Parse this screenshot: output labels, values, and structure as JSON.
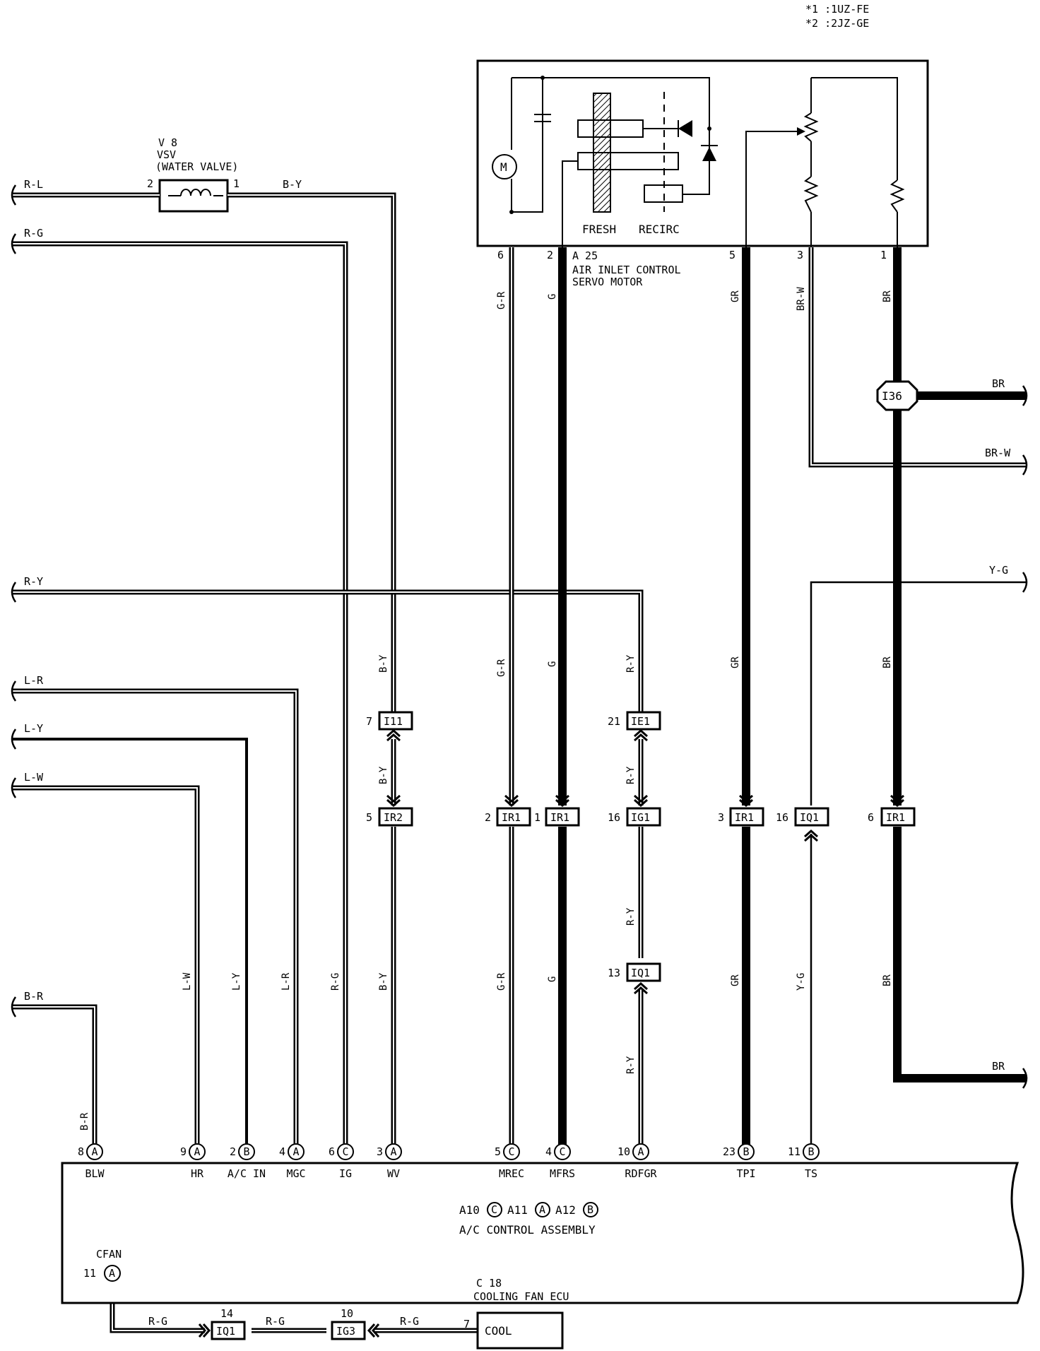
{
  "header": {
    "note1": "*1 :1UZ-FE",
    "note2": "*2 :2JZ-GE"
  },
  "vsv": {
    "ref": "V 8",
    "name": "VSV",
    "sub": "(WATER VALVE)",
    "pin_left": "2",
    "pin_right": "1"
  },
  "servo": {
    "ref": "A 25",
    "name_line1": "AIR INLET CONTROL",
    "name_line2": "SERVO MOTOR",
    "fresh": "FRESH",
    "recirc": "RECIRC",
    "motor": "M",
    "pins": [
      "6",
      "2",
      "5",
      "3",
      "1"
    ]
  },
  "left_wires": [
    "R-L",
    "R-G",
    "R-Y",
    "L-R",
    "L-Y",
    "L-W",
    "B-R"
  ],
  "right_wires": [
    "BR",
    "BR-W",
    "Y-G",
    "BR"
  ],
  "wire_colors": {
    "by": "B-Y",
    "gr_red": "G-R",
    "g": "G",
    "gr": "GR",
    "brw": "BR-W",
    "br": "BR",
    "ry": "R-Y",
    "yg": "Y-G",
    "lw": "L-W",
    "ly": "L-Y",
    "lr": "L-R",
    "rg": "R-G",
    "br2": "B-R"
  },
  "junction": {
    "i36": "I36"
  },
  "connectors": {
    "i11": {
      "pin": "7",
      "code": "I11"
    },
    "ie1": {
      "pin": "21",
      "code": "IE1"
    },
    "ir2": {
      "pin": "5",
      "code": "IR2"
    },
    "ir1a": {
      "pin": "2",
      "code": "IR1"
    },
    "ir1b": {
      "pin": "1",
      "code": "IR1"
    },
    "ig1": {
      "pin": "16",
      "code": "IG1"
    },
    "ir1c": {
      "pin": "3",
      "code": "IR1"
    },
    "iq1a": {
      "pin": "16",
      "code": "IQ1"
    },
    "ir1d": {
      "pin": "6",
      "code": "IR1"
    },
    "iq1b": {
      "pin": "13",
      "code": "IQ1"
    },
    "iq1c": {
      "pin": "14",
      "code": "IQ1"
    },
    "ig3": {
      "pin": "10",
      "code": "IG3"
    }
  },
  "ac": {
    "title": "A/C CONTROL ASSEMBLY",
    "refs": {
      "a10": "A10",
      "a11": "A11",
      "a12": "A12",
      "c": "C",
      "a": "A",
      "b": "B"
    },
    "terminals": [
      {
        "pin": "8",
        "conn": "A",
        "name": "BLW"
      },
      {
        "pin": "9",
        "conn": "A",
        "name": "HR"
      },
      {
        "pin": "2",
        "conn": "B",
        "name": "A/C IN"
      },
      {
        "pin": "4",
        "conn": "A",
        "name": "MGC"
      },
      {
        "pin": "6",
        "conn": "C",
        "name": "IG"
      },
      {
        "pin": "3",
        "conn": "A",
        "name": "WV"
      },
      {
        "pin": "5",
        "conn": "C",
        "name": "MREC"
      },
      {
        "pin": "4",
        "conn": "C",
        "name": "MFRS"
      },
      {
        "pin": "10",
        "conn": "A",
        "name": "RDFGR"
      },
      {
        "pin": "23",
        "conn": "B",
        "name": "TPI"
      },
      {
        "pin": "11",
        "conn": "B",
        "name": "TS"
      }
    ],
    "cfan": {
      "pin": "11",
      "conn": "A",
      "name": "CFAN"
    }
  },
  "fan_ecu": {
    "ref": "C 18",
    "name": "COOLING FAN ECU",
    "pin": "7",
    "box": "COOL"
  }
}
